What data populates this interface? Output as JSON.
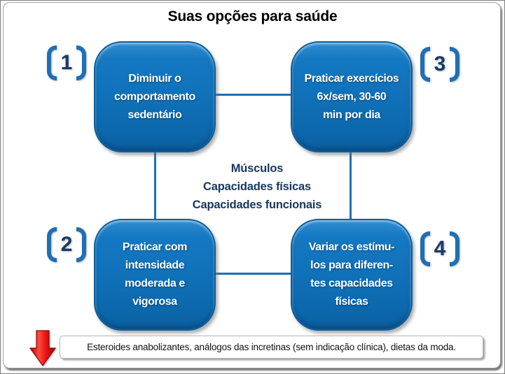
{
  "slide": {
    "title": "Suas opções para saúde"
  },
  "boxes": [
    {
      "number": "1",
      "text": "Diminuir o\ncomportamento\nsedentário"
    },
    {
      "number": "2",
      "text": "Praticar com\nintensidade\nmoderada e\nvigorosa"
    },
    {
      "number": "3",
      "text": "Praticar exercícios\n6x/sem, 30-60\nmin por dia"
    },
    {
      "number": "4",
      "text": "Variar os estímu-\nlos para diferen-\ntes capacidades\nfísicas"
    }
  ],
  "center_text": "Músculos\nCapacidades físicas\nCapacidades funcionais",
  "footer": {
    "warning_text": "Esteroides anabolizantes, análogos das incretinas (sem indicação clínica), dietas da moda.",
    "arrow_icon": "red-down-arrow"
  },
  "colors": {
    "box_fill": "#0f70b7",
    "box_border": "#0b5e9e",
    "connector": "#1e6fb5",
    "bracket": "#1f6fb5",
    "number_text": "#1a3a69",
    "center_text": "#17375e",
    "arrow_red": "#e01010",
    "frame_border": "#a3a3a3"
  }
}
